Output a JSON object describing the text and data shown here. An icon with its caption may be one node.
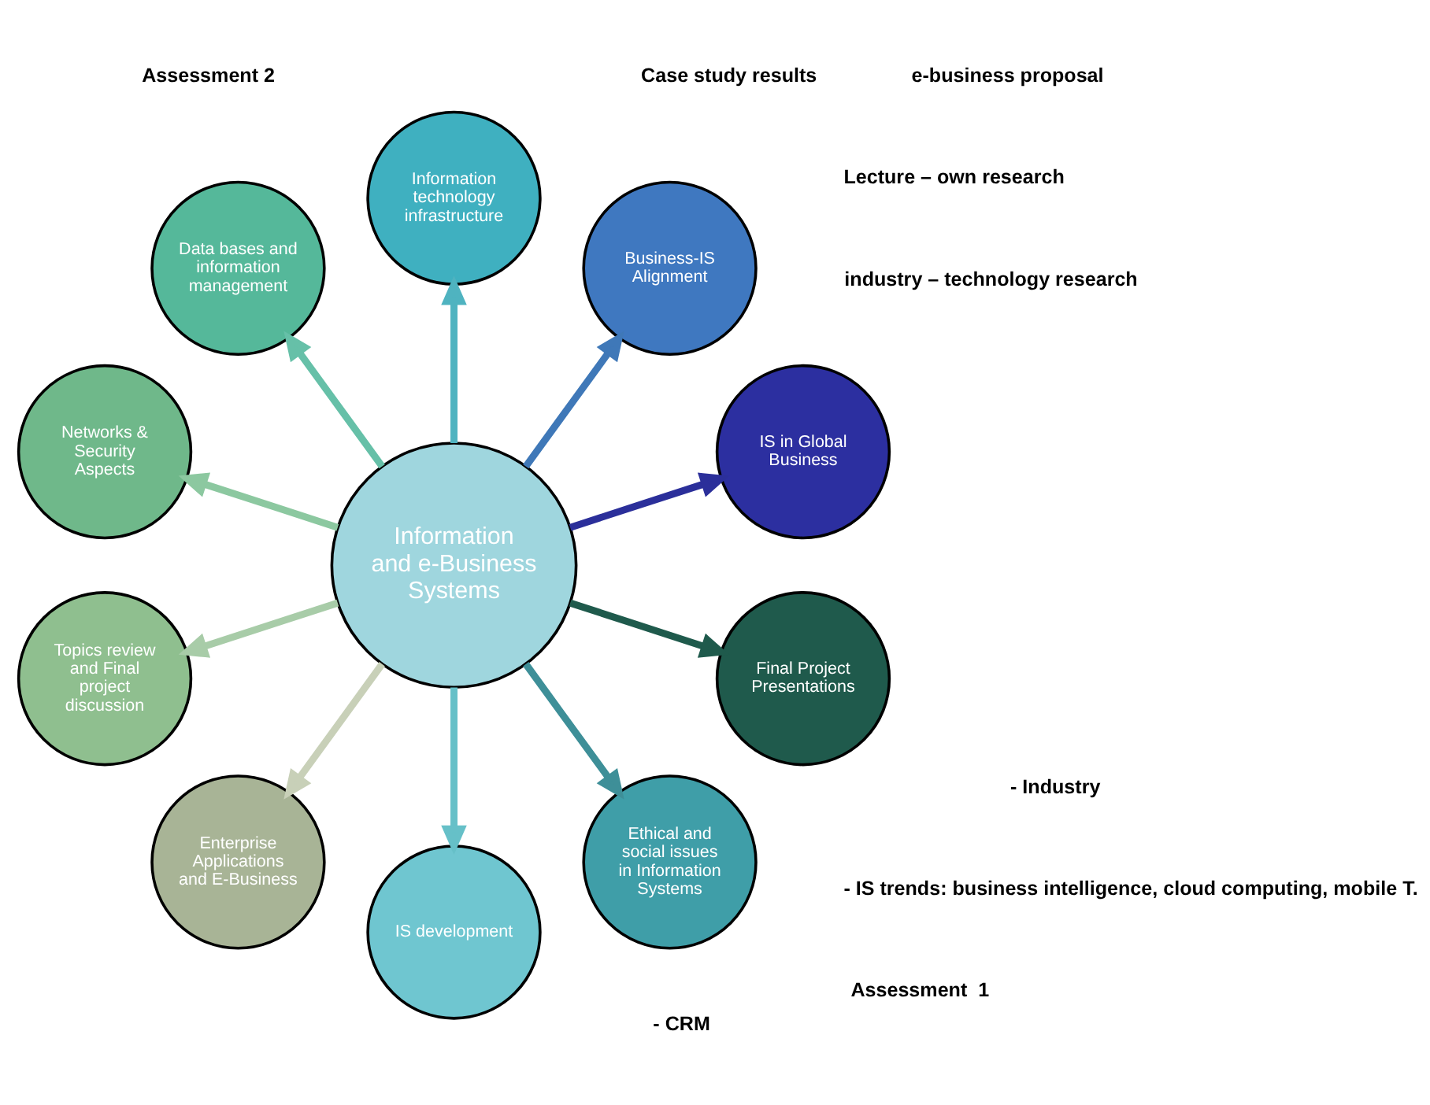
{
  "diagram": {
    "nodes": [
      {
        "text": [
          "Information and e-Business Systems"
        ]
      },
      {
        "text": [
          "IS in Global Business"
        ]
      },
      {
        "text": [
          "Business-IS Alignment"
        ]
      },
      {
        "text": [
          "Information technology infrastructure"
        ]
      },
      {
        "text": [
          "Data bases and information management"
        ]
      },
      {
        "text": [
          "Networks & Security Aspects"
        ]
      },
      {
        "text": [
          "Topics review and Final project discussion"
        ]
      },
      {
        "text": [
          "Enterprise Applications and E-Business"
        ]
      },
      {
        "text": [
          "IS development"
        ]
      },
      {
        "text": [
          "Ethical and social issues in Information Systems"
        ]
      },
      {
        "text": [
          "Final Project Presentations"
        ]
      }
    ],
    "edges": [
      {
        "from": 0,
        "to": 1,
        "arrow": "to",
        "color": "#2b2f9a"
      },
      {
        "from": 0,
        "to": 2,
        "arrow": "to",
        "color": "#3f78b8"
      },
      {
        "from": 0,
        "to": 3,
        "arrow": "to",
        "color": "#4fb3c0"
      },
      {
        "from": 0,
        "to": 4,
        "arrow": "to",
        "color": "#66c0a8"
      },
      {
        "from": 0,
        "to": 5,
        "arrow": "to",
        "color": "#8cc8a0"
      },
      {
        "from": 0,
        "to": 6,
        "arrow": "to",
        "color": "#a8cca8"
      },
      {
        "from": 0,
        "to": 7,
        "arrow": "to",
        "color": "#c8d0b8"
      },
      {
        "from": 0,
        "to": 8,
        "arrow": "to",
        "color": "#66c0c8"
      },
      {
        "from": 0,
        "to": 9,
        "arrow": "to",
        "color": "#3e8f98"
      },
      {
        "from": 0,
        "to": 10,
        "arrow": "to",
        "color": "#1f5a4c"
      }
    ],
    "labels": [
      "Assessment 2",
      "e-business proposal",
      "industry – technology research",
      "Lecture – own research",
      "Case study results",
      "Assessment  1",
      "- CRM",
      "- Industry",
      "- IS trends: business intelligence, cloud computing, mobile T."
    ]
  }
}
